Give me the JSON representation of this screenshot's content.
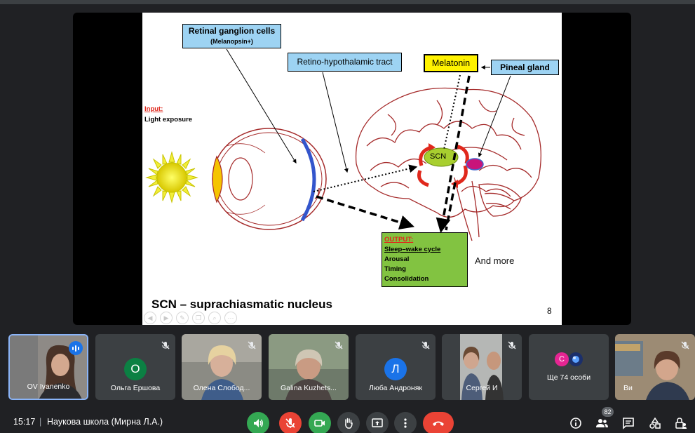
{
  "slide": {
    "rgc_title": "Retinal ganglion cells",
    "rgc_sub": "(Melanopsin+)",
    "rht": "Retino-hypothalamic tract",
    "melatonin": "Melatonin",
    "pineal": "Pineal gland",
    "input_label": "Input:",
    "input_value": "Light exposure",
    "scn": "SCN",
    "output": {
      "heading": "OUTPUT:",
      "items": [
        "Sleep–wake cycle",
        "Arousal",
        "Timing",
        "Consolidation"
      ]
    },
    "and_more": "And more",
    "footer_title": "SCN – suprachiasmatic nucleus",
    "page_number": "8"
  },
  "participants": [
    {
      "name": "OV Ivanenko",
      "speaking": true
    },
    {
      "name": "Ольга Ершова",
      "initial": "О",
      "avatar_color": "#0b8043"
    },
    {
      "name": "Олена Слобод..."
    },
    {
      "name": "Galina Kuzhets..."
    },
    {
      "name": "Люба Андроняк",
      "initial": "Л",
      "avatar_color": "#1a73e8"
    },
    {
      "name": "Сергей И"
    },
    {
      "name": "Ще 74 особи",
      "initial": "С",
      "avatar_color": "#e52592"
    },
    {
      "name": "Ви"
    }
  ],
  "bottombar": {
    "time": "15:17",
    "separator": "|",
    "meeting_title": "Наукова школа (Мирна Л.А.)",
    "people_count": "82"
  },
  "colors": {
    "accent": "#1a73e8",
    "hangup": "#ea4335",
    "mic_muted": "#ea4335",
    "audio": "#34a853",
    "camera": "#34a853",
    "control_bg": "#3c4043"
  }
}
